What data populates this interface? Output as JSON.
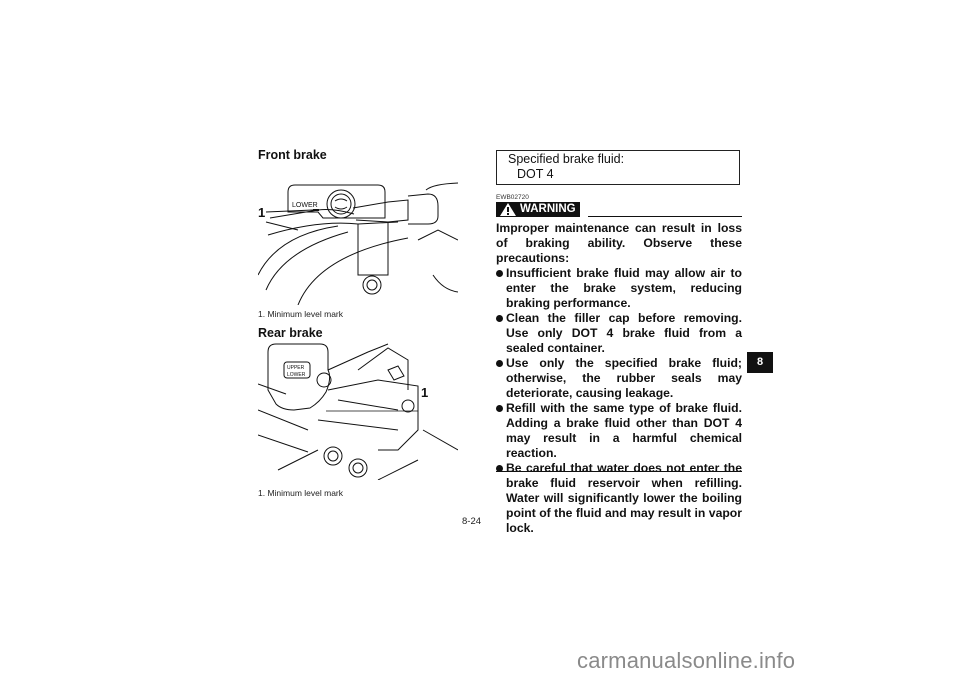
{
  "left_column": {
    "front": {
      "title": "Front brake",
      "callout": "1",
      "illustration_label": "LOWER",
      "caption": "1. Minimum level mark"
    },
    "rear": {
      "title": "Rear brake",
      "callout": "1",
      "illustration_labels": [
        "UPPER",
        "LOWER"
      ],
      "caption": "1. Minimum level mark"
    }
  },
  "right_column": {
    "spec_box": {
      "label": "Specified brake fluid:",
      "value": "DOT 4"
    },
    "warning": {
      "code": "EWB02720",
      "badge": "WARNING",
      "icon": "warning-triangle-icon",
      "intro": "Improper maintenance can result in loss of braking ability. Observe these precautions:",
      "items": [
        "Insufficient brake fluid may allow air to enter the brake system, reducing braking performance.",
        "Clean the filler cap before removing. Use only DOT 4 brake fluid from a sealed container.",
        "Use only the specified brake fluid; otherwise, the rubber seals may deteriorate, causing leakage.",
        "Refill with the same type of brake fluid. Adding a brake fluid other than DOT 4 may result in a harmful chemical reaction.",
        "Be careful that water does not enter the brake fluid reservoir when refilling. Water will significantly lower the boiling point of the fluid and may result in vapor lock."
      ]
    }
  },
  "side_tab": "8",
  "page_number": "8-24",
  "watermark": "carmanualsonline.info"
}
